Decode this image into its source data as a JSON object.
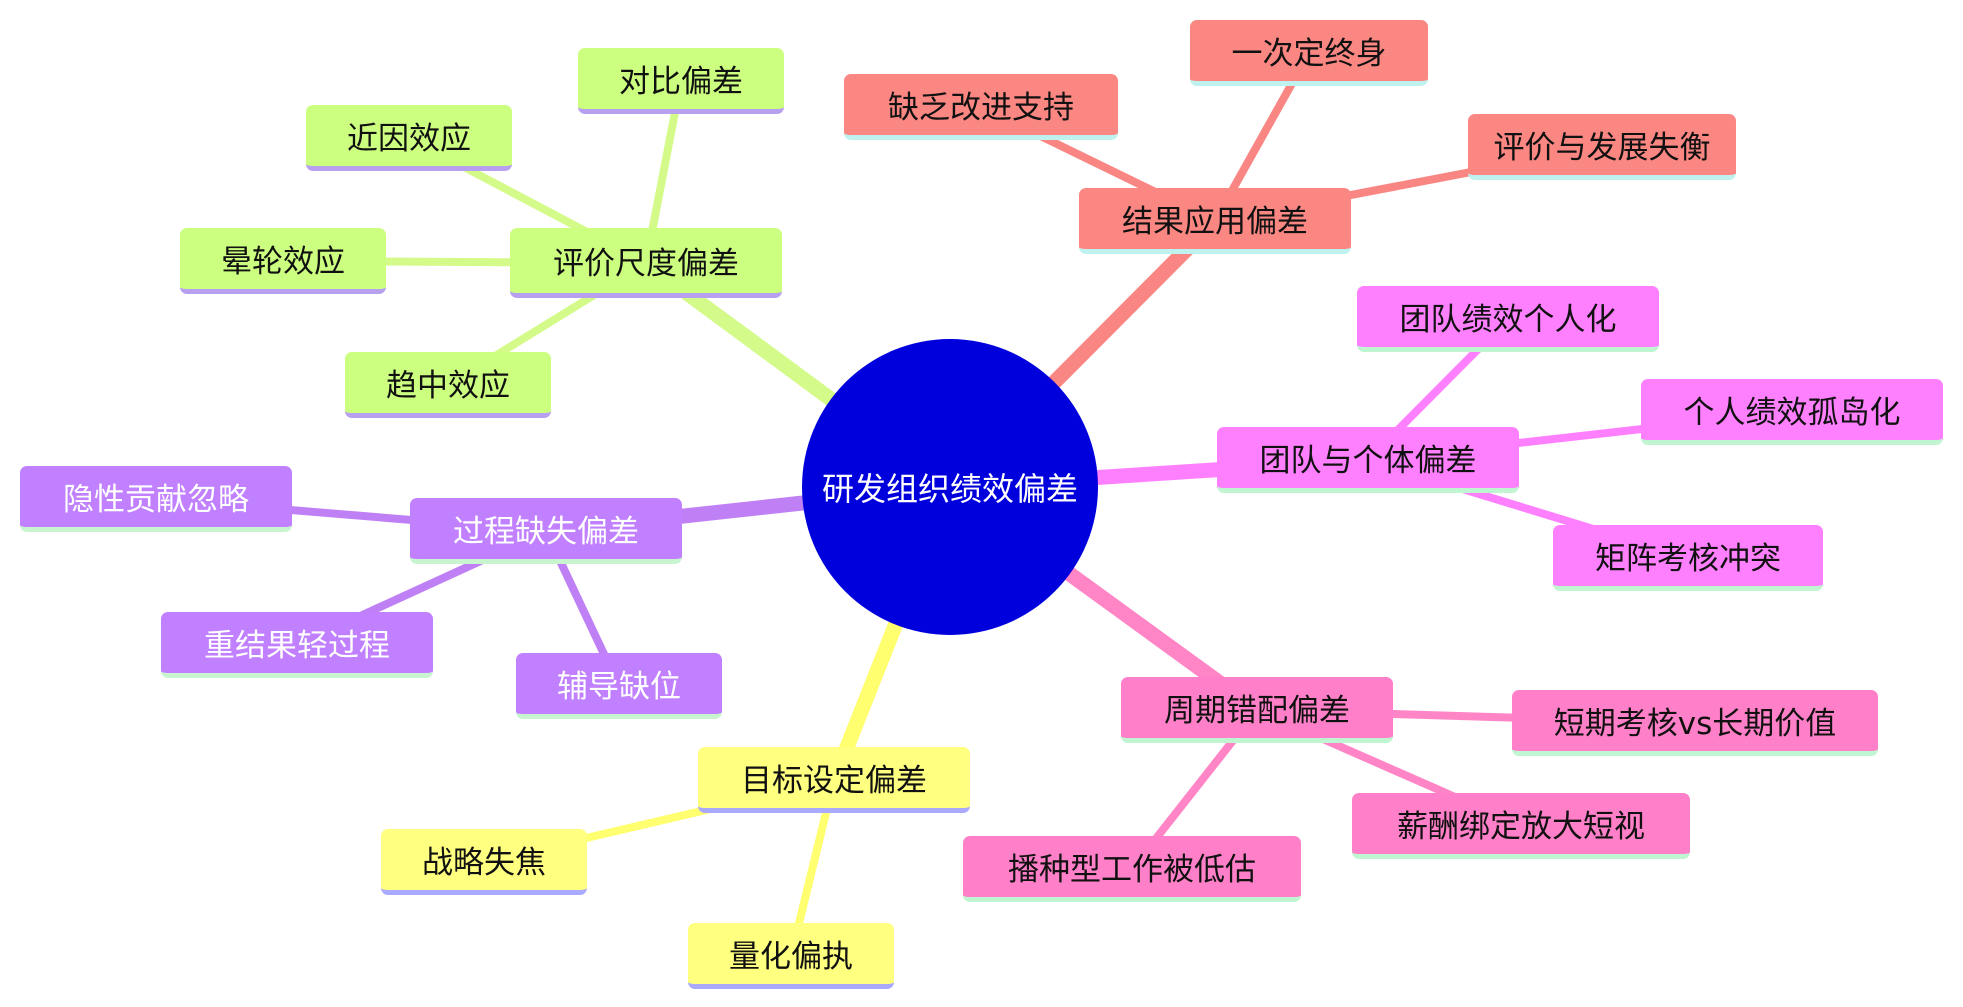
{
  "diagram": {
    "center": {
      "label": "研发组织绩效偏差",
      "color": "#0000dd"
    },
    "branches": [
      {
        "id": "scale",
        "label": "评价尺度偏差",
        "color": "#ccff80",
        "line": "#d4fb8a",
        "underline": "#b7a0f0",
        "textLight": false,
        "children": [
          {
            "label": "对比偏差"
          },
          {
            "label": "近因效应"
          },
          {
            "label": "晕轮效应"
          },
          {
            "label": "趋中效应"
          }
        ]
      },
      {
        "id": "result",
        "label": "结果应用偏差",
        "color": "#fb8783",
        "line": "#f98683",
        "underline": "#bff2ee",
        "textLight": false,
        "children": [
          {
            "label": "一次定终身"
          },
          {
            "label": "缺乏改进支持"
          },
          {
            "label": "评价与发展失衡"
          }
        ]
      },
      {
        "id": "team",
        "label": "团队与个体偏差",
        "color": "#ff80ff",
        "line": "#ff80ff",
        "underline": "#bff5d0",
        "textLight": false,
        "children": [
          {
            "label": "团队绩效个人化"
          },
          {
            "label": "个人绩效孤岛化"
          },
          {
            "label": "矩阵考核冲突"
          }
        ]
      },
      {
        "id": "cycle",
        "label": "周期错配偏差",
        "color": "#ff80c8",
        "line": "#ff85c6",
        "underline": "#bff5d0",
        "textLight": false,
        "children": [
          {
            "label": "短期考核vs长期价值"
          },
          {
            "label": "薪酬绑定放大短视"
          },
          {
            "label": "播种型工作被低估"
          }
        ]
      },
      {
        "id": "goal",
        "label": "目标设定偏差",
        "color": "#ffff80",
        "line": "#ffff70",
        "underline": "#a9a9ff",
        "textLight": false,
        "children": [
          {
            "label": "战略失焦"
          },
          {
            "label": "量化偏执"
          }
        ]
      },
      {
        "id": "process",
        "label": "过程缺失偏差",
        "color": "#c080ff",
        "line": "#c080f5",
        "underline": "#c8f5cf",
        "textLight": true,
        "children": [
          {
            "label": "隐性贡献忽略"
          },
          {
            "label": "重结果轻过程"
          },
          {
            "label": "辅导缺位"
          }
        ]
      }
    ]
  }
}
